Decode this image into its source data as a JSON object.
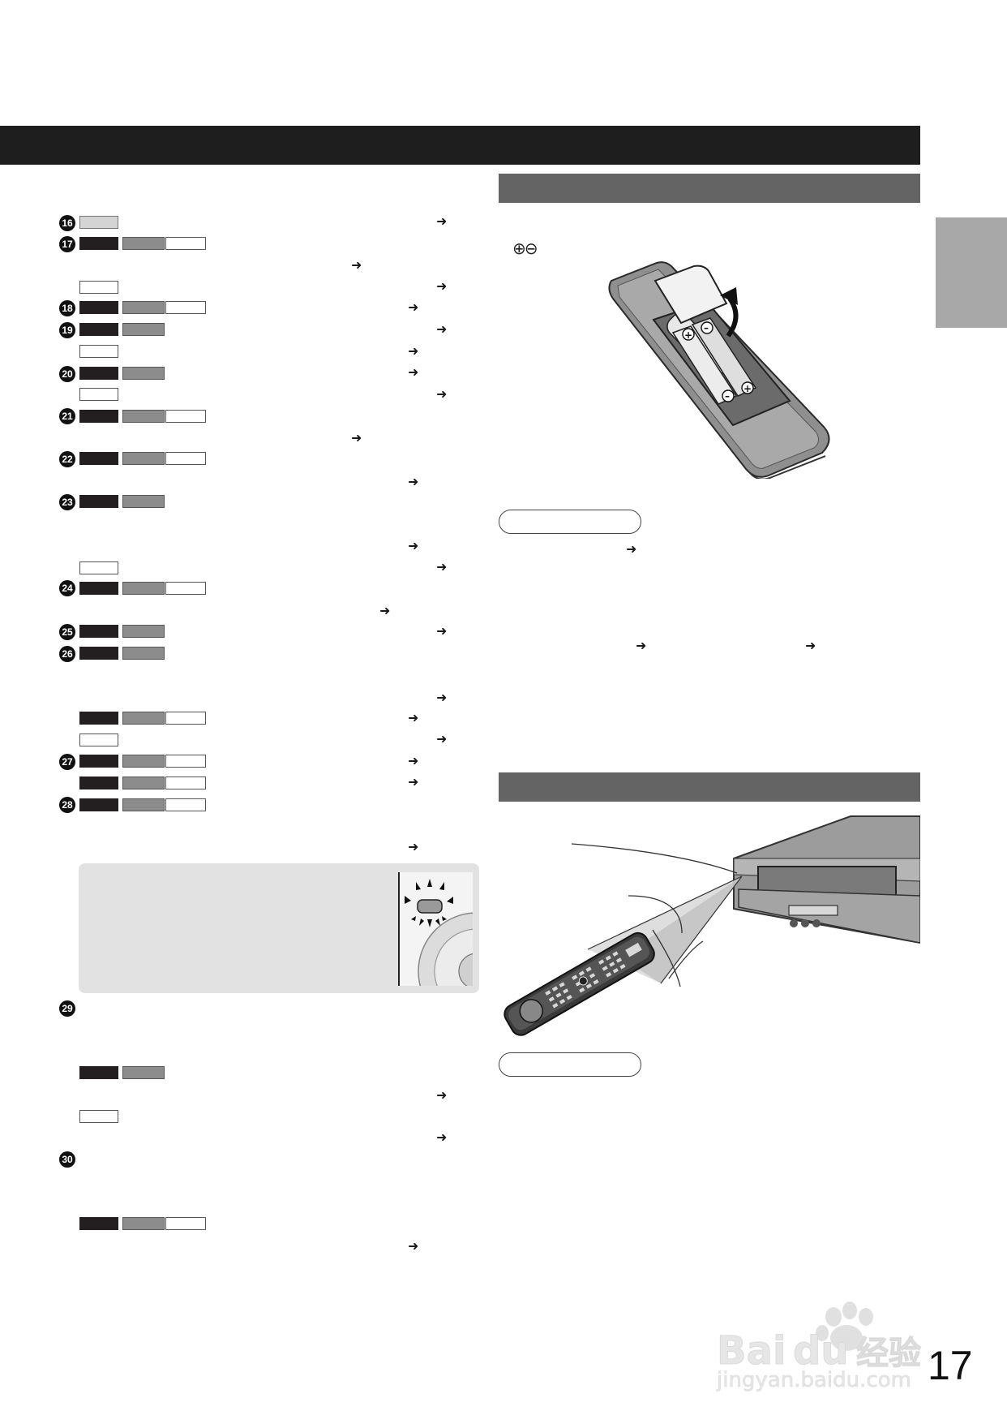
{
  "page": {
    "number": "17",
    "section_headers": [
      {
        "name": "battery-section-header",
        "text": ""
      },
      {
        "name": "remote-range-section-header",
        "text": ""
      }
    ]
  },
  "battery_section": {
    "polarity_symbols": "⊕⊖"
  },
  "items": [
    {
      "badge": "16"
    },
    {
      "badge": "17"
    },
    {
      "badge": "18"
    },
    {
      "badge": "19"
    },
    {
      "badge": "20"
    },
    {
      "badge": "21"
    },
    {
      "badge": "22"
    },
    {
      "badge": "23"
    },
    {
      "badge": "24"
    },
    {
      "badge": "25"
    },
    {
      "badge": "26"
    },
    {
      "badge": "27"
    },
    {
      "badge": "28"
    },
    {
      "badge": "29"
    },
    {
      "badge": "30"
    }
  ],
  "arrow_glyph": "➜",
  "colors": {
    "header_band": "#1e1e1e",
    "section_bar": "#646464",
    "side_tab": "#a8a8a8",
    "swatch_dark": "#231f20",
    "swatch_mid": "#8c8c8c",
    "note_box": "#e2e2e2"
  },
  "icons": {
    "battery_compartment": "remote-battery-illustration",
    "remote_pointing": "remote-pointing-at-recorder-illustration",
    "blinking_button": "blinking-button-illustration"
  },
  "watermark": {
    "brand": "Bai du 经验",
    "url": "jingyan.baidu.com"
  }
}
